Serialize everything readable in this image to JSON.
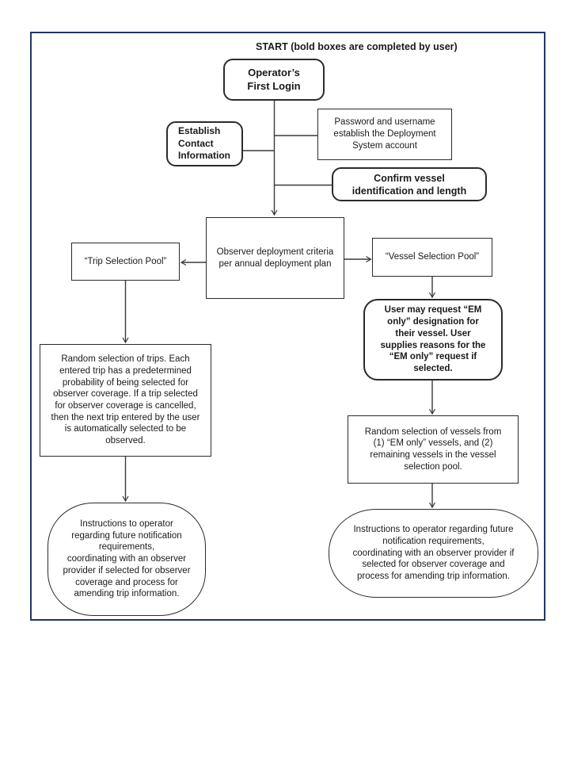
{
  "title": "START (bold boxes are completed by user)",
  "colors": {
    "frame_border": "#1f3864",
    "node_border": "#2b2b2b",
    "text": "#1a1a1a",
    "connector": "#3a3a3a",
    "background": "#ffffff"
  },
  "nodes": {
    "operator_first_login": {
      "label": "Operator’s\nFirst Login",
      "bold": true
    },
    "establish_contact": {
      "label": "Establish\nContact\nInformation",
      "bold": true
    },
    "password_username": {
      "label": "Password and username\nestablish the Deployment\nSystem account",
      "bold": false
    },
    "confirm_vessel": {
      "label": "Confirm vessel\nidentification and length",
      "bold": true
    },
    "deployment_criteria": {
      "label": "Observer deployment criteria\nper annual deployment plan",
      "bold": false
    },
    "trip_selection_pool": {
      "label": "“Trip Selection Pool”",
      "bold": false
    },
    "vessel_selection_pool": {
      "label": "“Vessel Selection Pool”",
      "bold": false
    },
    "em_only_request": {
      "label": "User may request “EM\nonly” designation for\ntheir vessel.  User\nsupplies reasons for the\n“EM only” request if\nselected.",
      "bold": true
    },
    "random_trip_selection": {
      "label": "Random selection of trips. Each\nentered trip has a predetermined\nprobability of being selected for\nobserver coverage. If a trip selected\nfor observer coverage is cancelled,\nthen the next trip entered by the user\nis automatically selected to be\nobserved.",
      "bold": false
    },
    "trip_instructions": {
      "label": "Instructions to operator\nregarding future notification\nrequirements,\ncoordinating with an observer\nprovider if selected for observer\ncoverage and process for\namending trip information.",
      "bold": false
    },
    "random_vessel_selection": {
      "label": "Random selection of vessels from\n(1) “EM only” vessels, and (2)\nremaining vessels in the vessel\nselection pool.",
      "bold": false
    },
    "vessel_instructions": {
      "label": "Instructions to operator regarding future\nnotification requirements,\ncoordinating with an observer provider if\nselected for observer coverage and\nprocess for amending trip information.",
      "bold": false
    }
  }
}
